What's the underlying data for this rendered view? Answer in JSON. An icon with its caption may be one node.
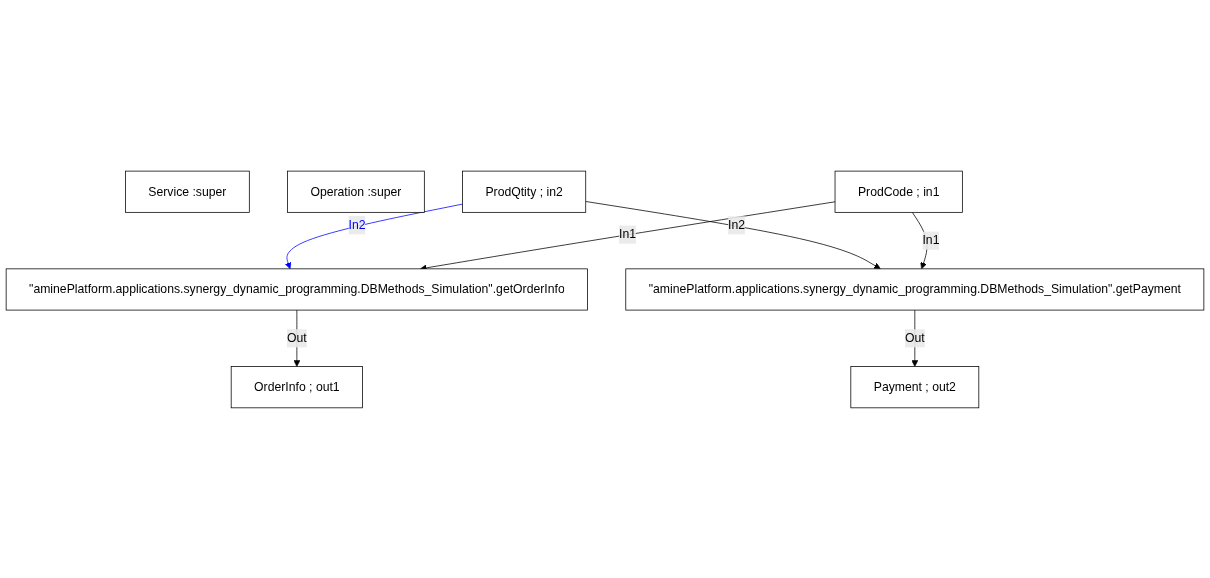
{
  "diagram": {
    "nodes": [
      {
        "text": [
          "Service :super"
        ]
      },
      {
        "text": [
          "OrderInfo ;  out1"
        ]
      },
      {
        "text": [
          "Operation :super"
        ]
      },
      {
        "text": [
          "\"aminePlatform.applications.synergy_dynamic_programming.DBMethods_Simulation\".getOrderInfo"
        ]
      },
      {
        "text": [
          "ProdQtity ;  in2"
        ]
      },
      {
        "text": [
          "ProdCode ;  in1"
        ]
      },
      {
        "text": [
          "\"aminePlatform.applications.synergy_dynamic_programming.DBMethods_Simulation\".getPayment"
        ]
      },
      {
        "text": [
          "Payment ;  out2"
        ]
      }
    ],
    "edges": [
      {
        "from": 3,
        "to": 1,
        "arrow": "to",
        "label": "Out"
      },
      {
        "from": 4,
        "to": 3,
        "arrow": "to",
        "label": "In2",
        "color": "#0000ff"
      },
      {
        "from": 5,
        "to": 3,
        "arrow": "to",
        "label": "In1"
      },
      {
        "from": 4,
        "to": 6,
        "arrow": "to",
        "label": "In2"
      },
      {
        "from": 5,
        "to": 6,
        "arrow": "to",
        "label": "In1"
      },
      {
        "from": 6,
        "to": 7,
        "arrow": "to",
        "label": "Out"
      }
    ]
  }
}
